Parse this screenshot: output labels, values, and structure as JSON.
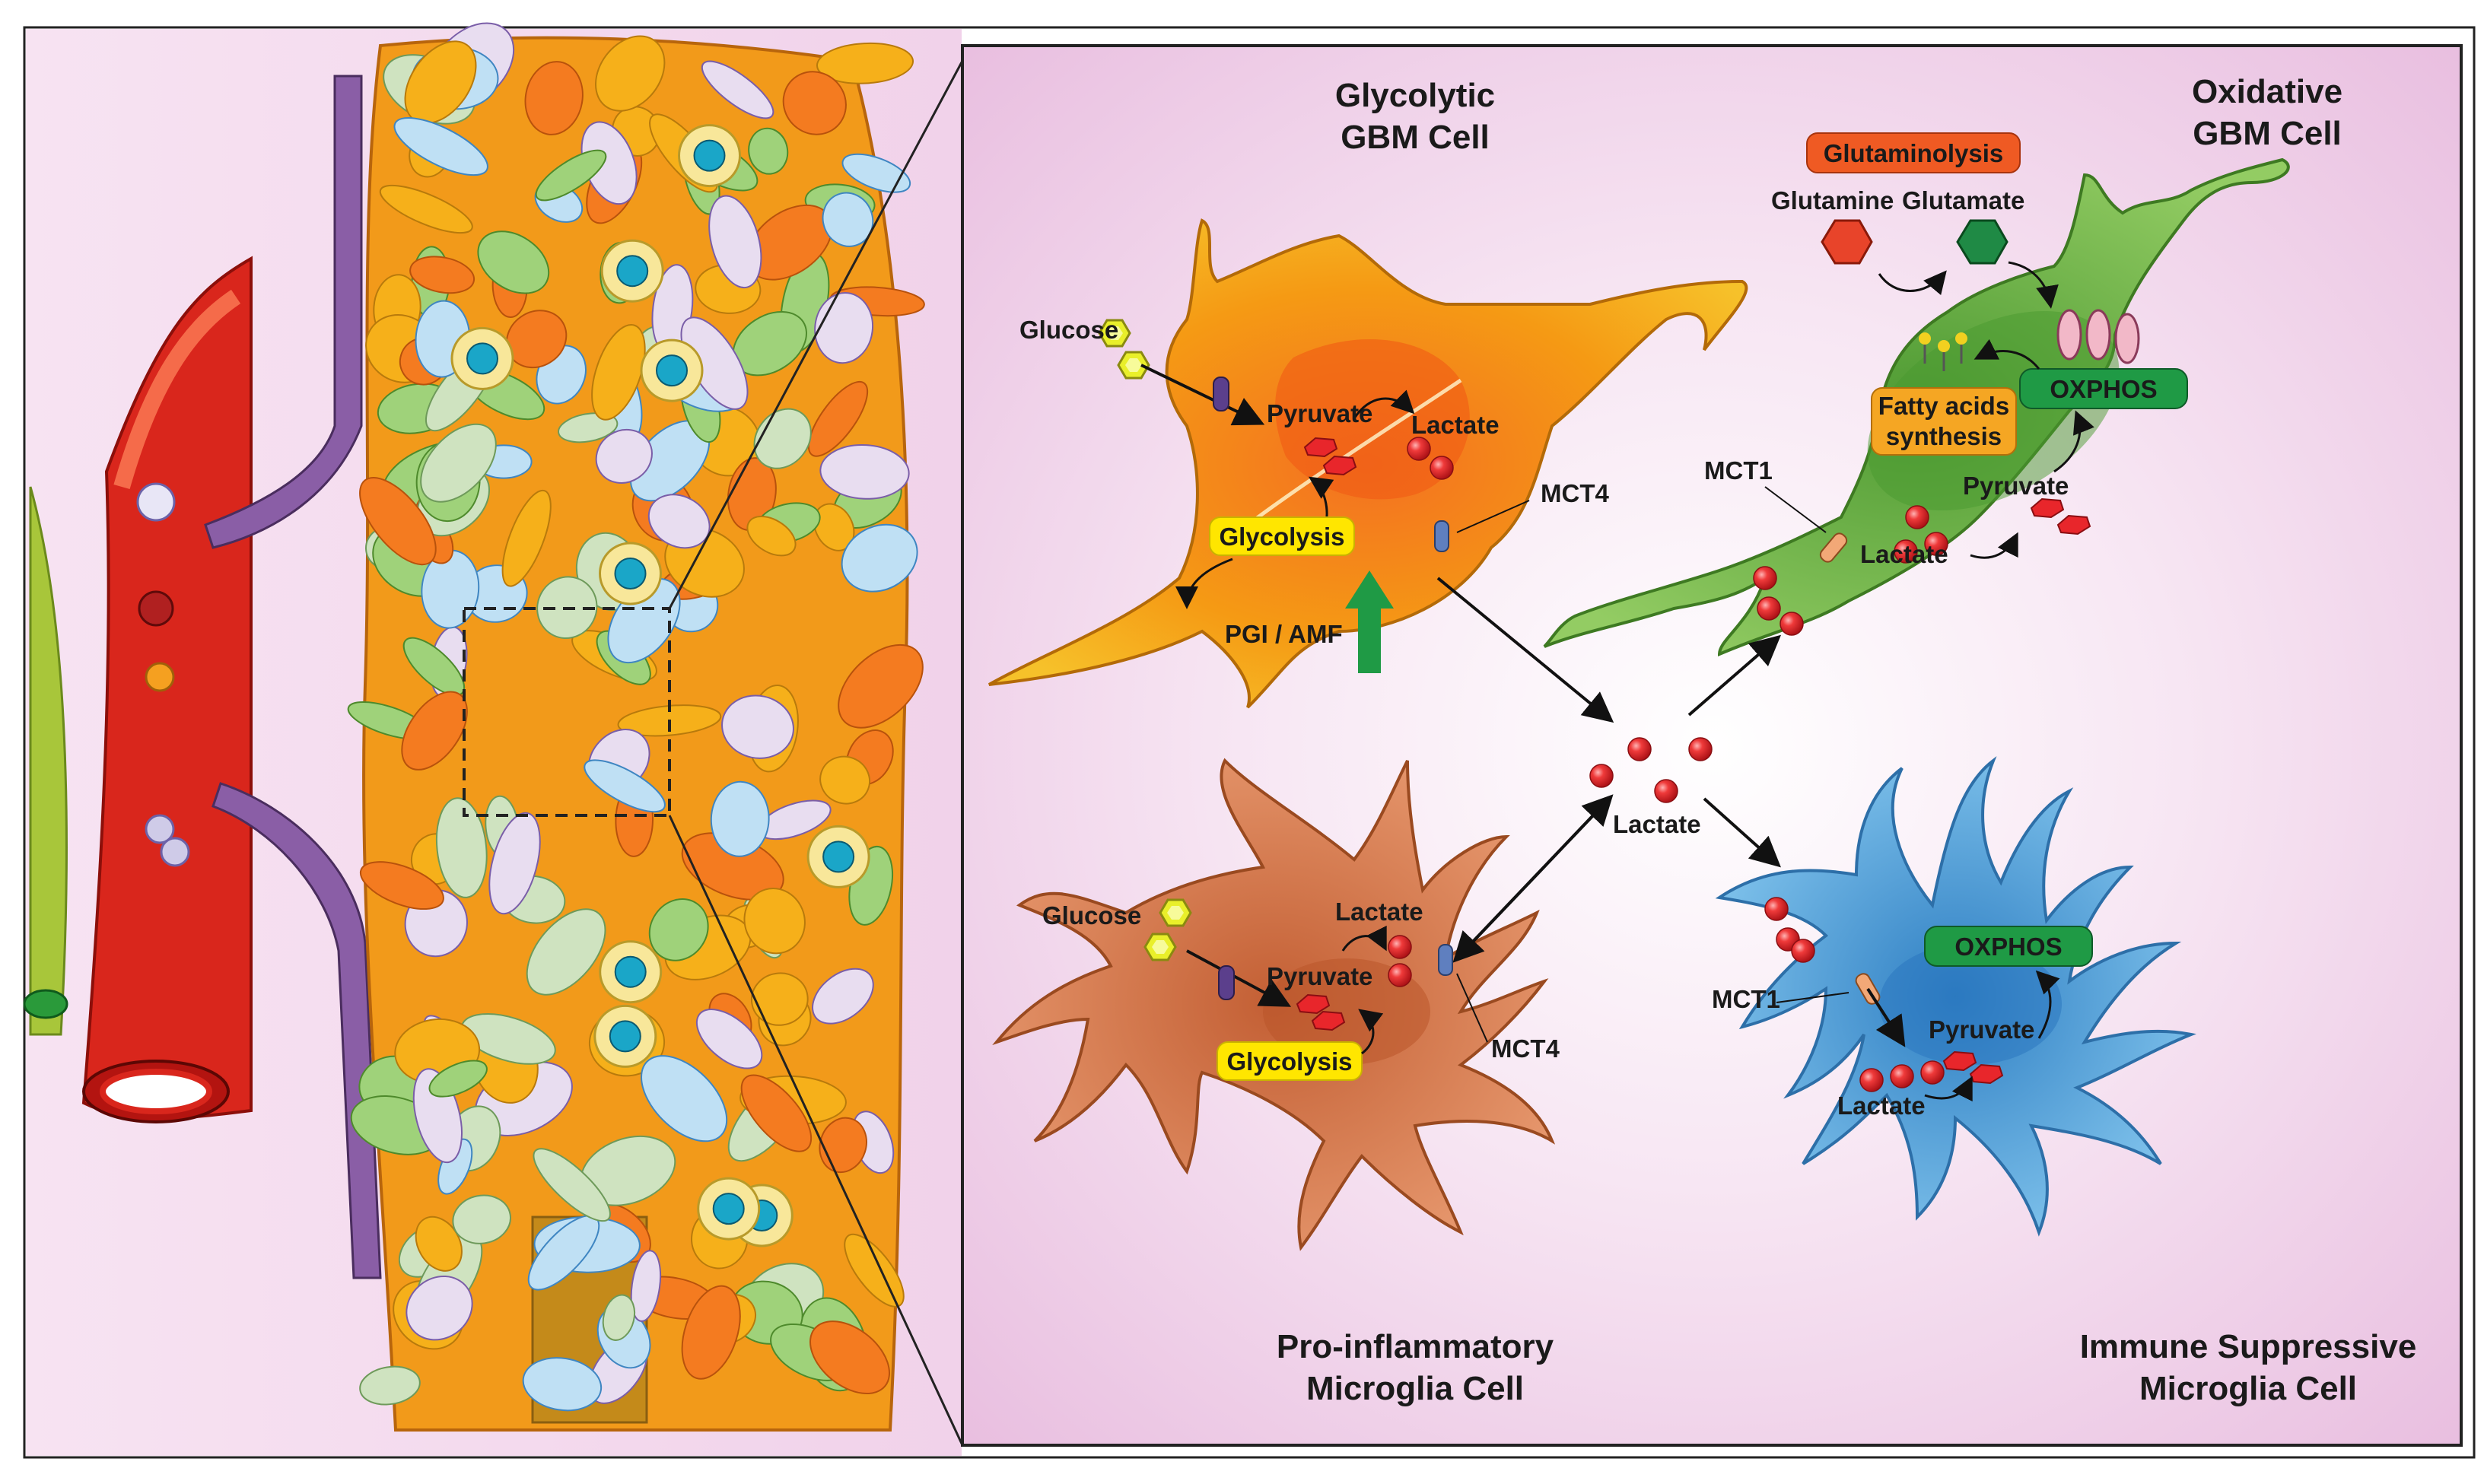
{
  "colors": {
    "background_panel": "#f4dcef",
    "glycolytic_cell": "#f3a512",
    "oxidative_cell": "#86c24f",
    "proinflammatory_microglia": "#e2875a",
    "immune_suppressive_microglia": "#6bb6e6",
    "lactate": "#e8262b",
    "pyruvate": "#e8262b",
    "glycolysis_pill": "#ffe600",
    "oxphos_pill": "#1f9a45",
    "glutaminolysis_pill": "#ef5a23",
    "fatty_acid_pill": "#f5a623",
    "pgi_arrow": "#1f9a45",
    "blood_vessel": "#d9261c"
  },
  "icons": {
    "glucose": "yellow-hexagon-icon",
    "glutamine": "orange-hexagon-icon",
    "glutamate": "green-hexagon-icon",
    "transporter": "membrane-channel-icon",
    "mitochondria": "mitochondrion-icon"
  },
  "titles": {
    "glycolytic": [
      "Glycolytic",
      "GBM Cell"
    ],
    "oxidative": [
      "Oxidative",
      "GBM Cell"
    ],
    "proinflammatory": [
      "Pro-inflammatory",
      "Microglia Cell"
    ],
    "immunesuppressive": [
      "Immune Suppressive",
      "Microglia Cell"
    ]
  },
  "glycolytic_cell": {
    "glucose": "Glucose",
    "pyruvate": "Pyruvate",
    "lactate": "Lactate",
    "glycolysis": "Glycolysis",
    "mct4": "MCT4",
    "pgi_amf": "PGI / AMF"
  },
  "oxidative_cell": {
    "glutaminolysis": "Glutaminolysis",
    "glutamine": "Glutamine",
    "glutamate": "Glutamate",
    "oxphos": "OXPHOS",
    "fatty_acids": [
      "Fatty acids",
      "synthesis"
    ],
    "mct1": "MCT1",
    "pyruvate": "Pyruvate",
    "lactate": "Lactate"
  },
  "center": {
    "lactate": "Lactate"
  },
  "proinflammatory_cell": {
    "glucose": "Glucose",
    "lactate": "Lactate",
    "pyruvate": "Pyruvate",
    "glycolysis": "Glycolysis",
    "mct4": "MCT4"
  },
  "immunesuppressive_cell": {
    "oxphos": "OXPHOS",
    "mct1": "MCT1",
    "pyruvate": "Pyruvate",
    "lactate": "Lactate"
  }
}
